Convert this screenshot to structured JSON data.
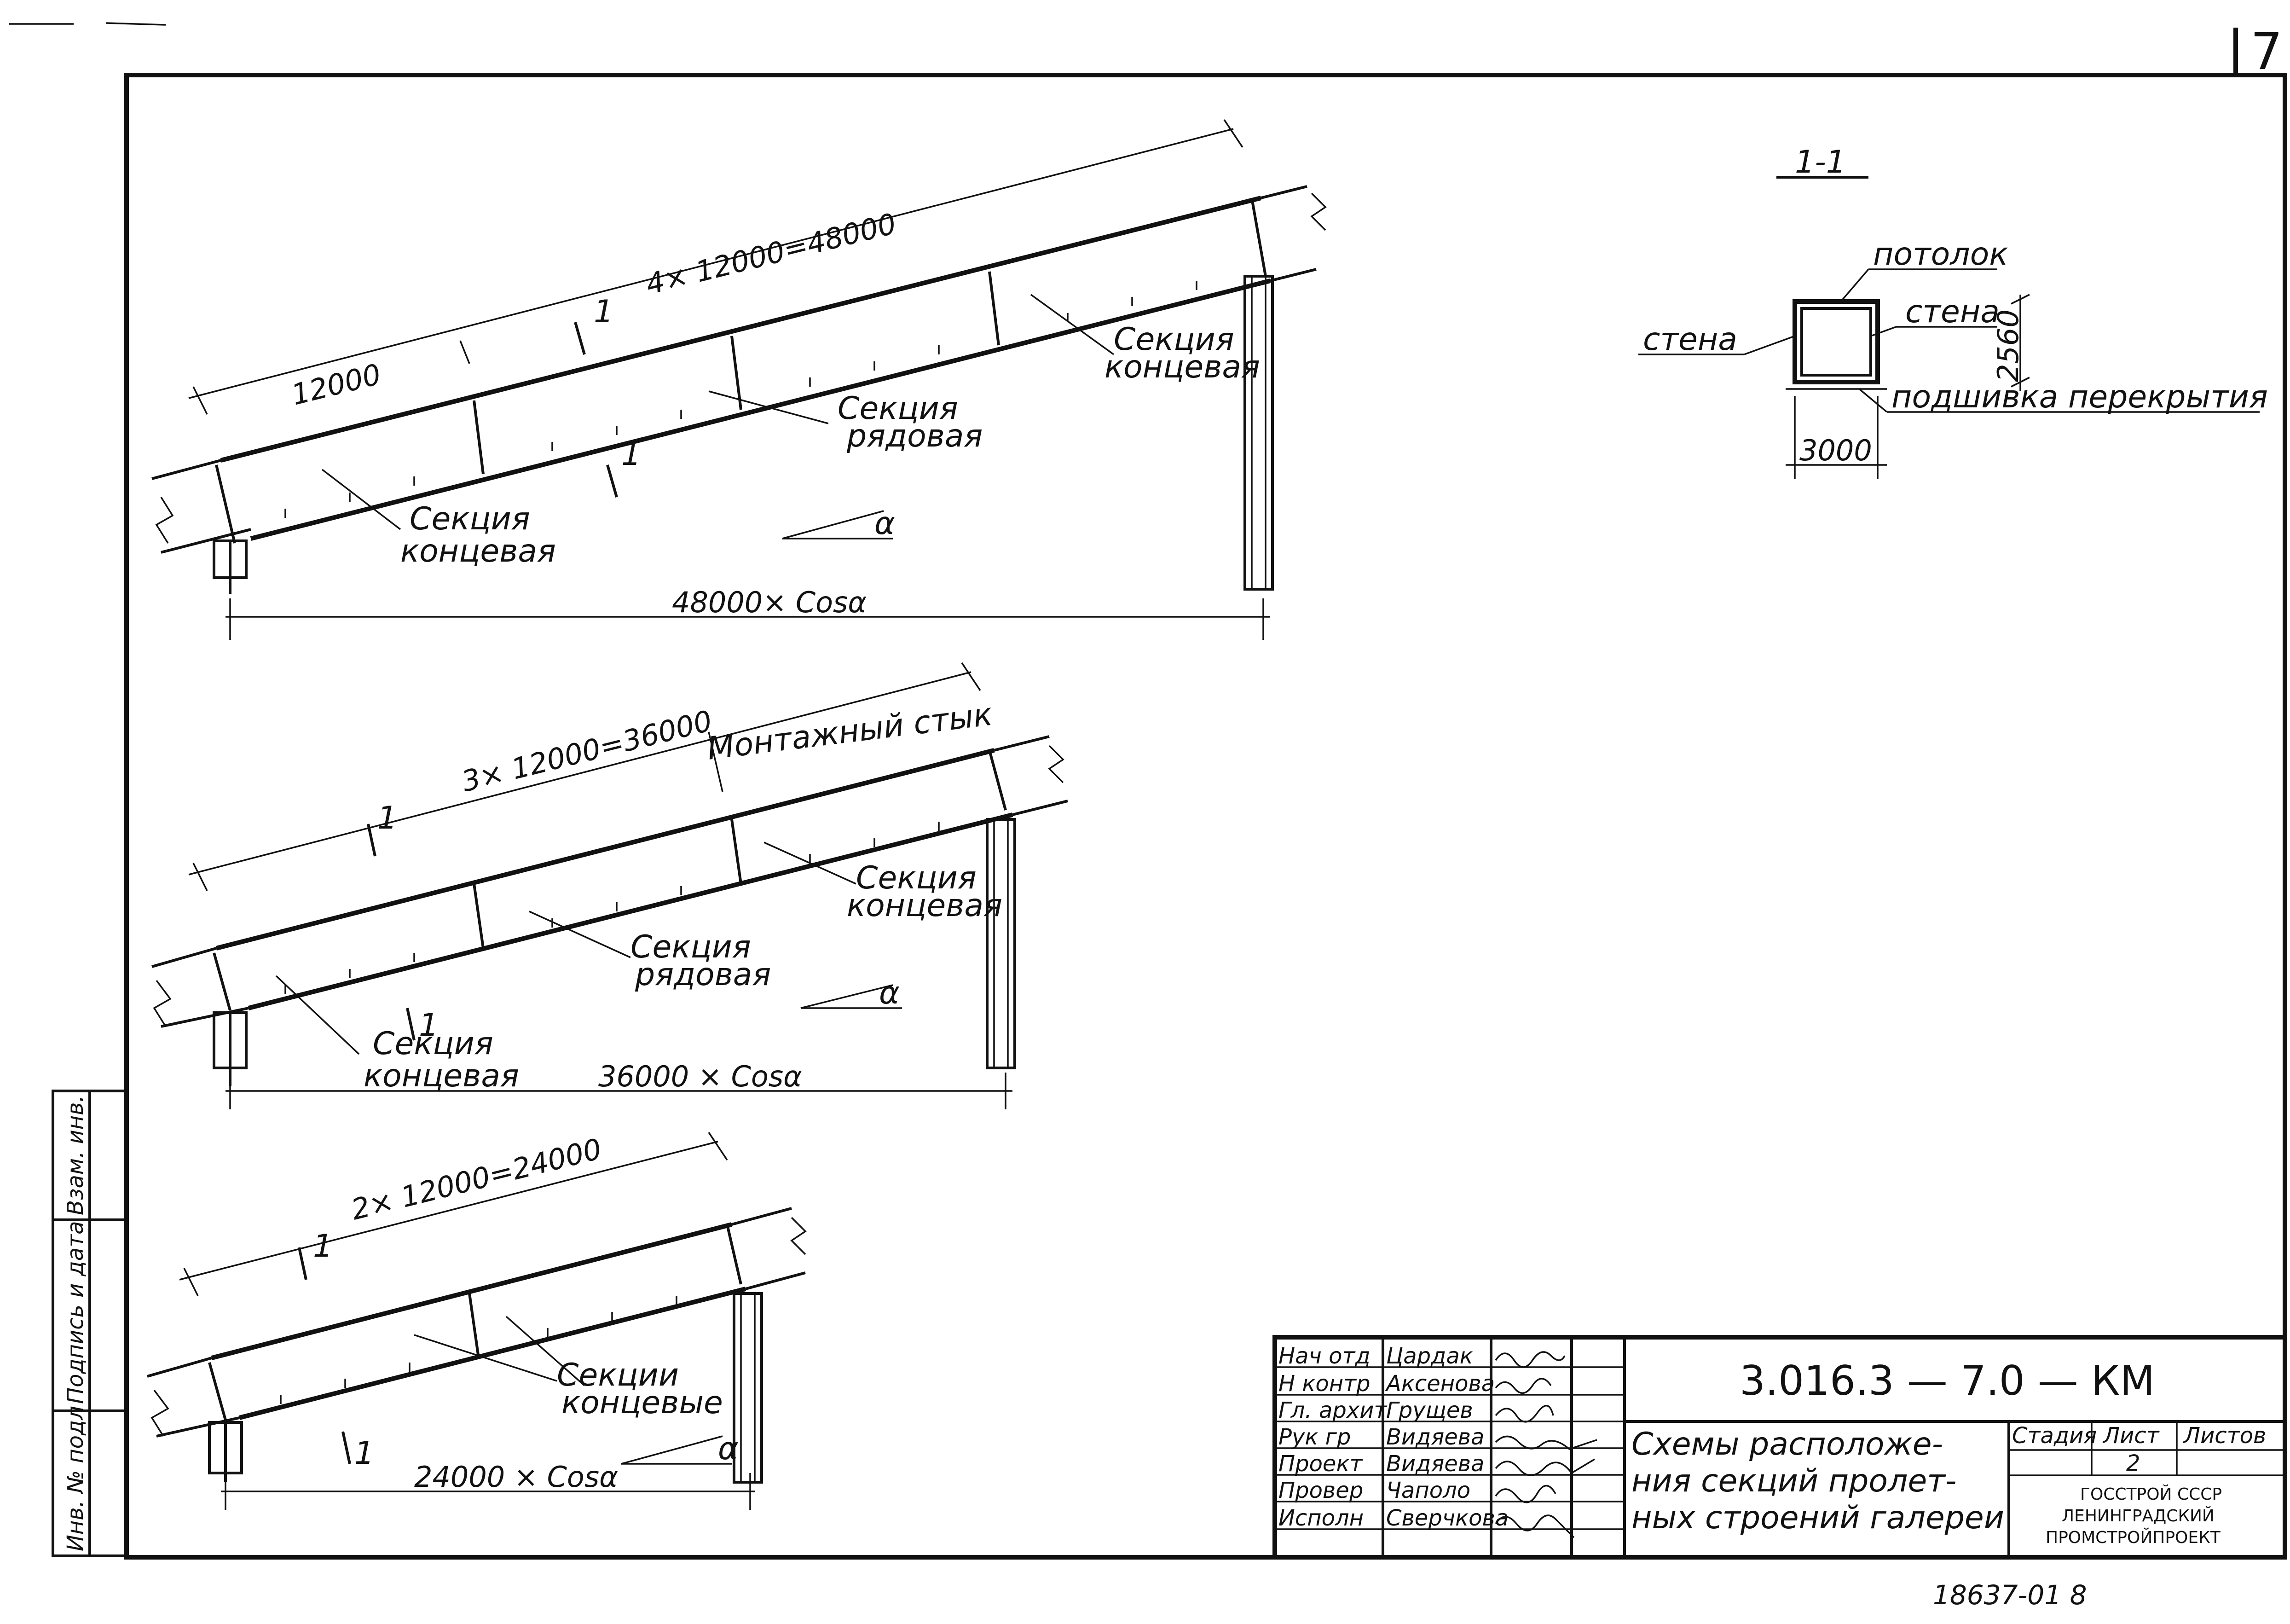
{
  "sheet": {
    "page_number": "7",
    "footer_number": "18637-01  8",
    "border_color": "#111111"
  },
  "section": {
    "title": "1-1",
    "labels": {
      "ceiling": "потолок",
      "wall_left": "стена",
      "wall_right": "стена",
      "lining": "подшивка перекрытия"
    },
    "dims": {
      "height": "2560",
      "width": "3000"
    }
  },
  "spans": [
    {
      "id": "span-48",
      "overall_dim": "4× 12000=48000",
      "section_dim": "12000",
      "horizontal_dim": "48000× Cosα",
      "cut_marks": [
        "1",
        "1"
      ],
      "labels": [
        {
          "l1": "Секция",
          "l2": "концевая"
        },
        {
          "l1": "Секция",
          "l2": "рядовая"
        },
        {
          "l1": "Секция",
          "l2": "концевая"
        }
      ],
      "angle_symbol": "α"
    },
    {
      "id": "span-36",
      "overall_dim": "3× 12000=36000",
      "joint_label": "Монтажный стык",
      "horizontal_dim": "36000 × Cosα",
      "cut_marks": [
        "1",
        "1"
      ],
      "labels": [
        {
          "l1": "Секция",
          "l2": "концевая"
        },
        {
          "l1": "Секция",
          "l2": "рядовая"
        },
        {
          "l1": "Секция",
          "l2": "концевая"
        }
      ],
      "angle_symbol": "α"
    },
    {
      "id": "span-24",
      "overall_dim": "2× 12000=24000",
      "horizontal_dim": "24000 × Cosα",
      "cut_marks": [
        "1",
        "1"
      ],
      "labels": [
        {
          "l1": "Секции",
          "l2": "концевые"
        }
      ],
      "angle_symbol": "α"
    }
  ],
  "side_stamp": [
    "Инв. № подл",
    "Подпись и дата",
    "Взам. инв."
  ],
  "title_block": {
    "code": "3.016.3 — 7.0 — КМ",
    "title_lines": [
      "Схемы расположе-",
      "ния секций пролет-",
      "ных строений галереи"
    ],
    "headers": {
      "stage": "Стадия",
      "sheet": "Лист",
      "sheets": "Листов"
    },
    "sheet_value": "2",
    "org": [
      "ГОССТРОЙ СССР",
      "ЛЕНИНГРАДСКИЙ",
      "ПРОМСТРОЙПРОЕКТ"
    ],
    "roles": [
      {
        "role": "Нач отд",
        "name": "Цардак"
      },
      {
        "role": "Н контр",
        "name": "Аксенова"
      },
      {
        "role": "Гл. архит",
        "name": "Грущев"
      },
      {
        "role": "Рук гр",
        "name": "Видяева"
      },
      {
        "role": "Проект",
        "name": "Видяева"
      },
      {
        "role": "Провер",
        "name": "Чаполо"
      },
      {
        "role": "Исполн",
        "name": "Сверчкова"
      }
    ]
  }
}
